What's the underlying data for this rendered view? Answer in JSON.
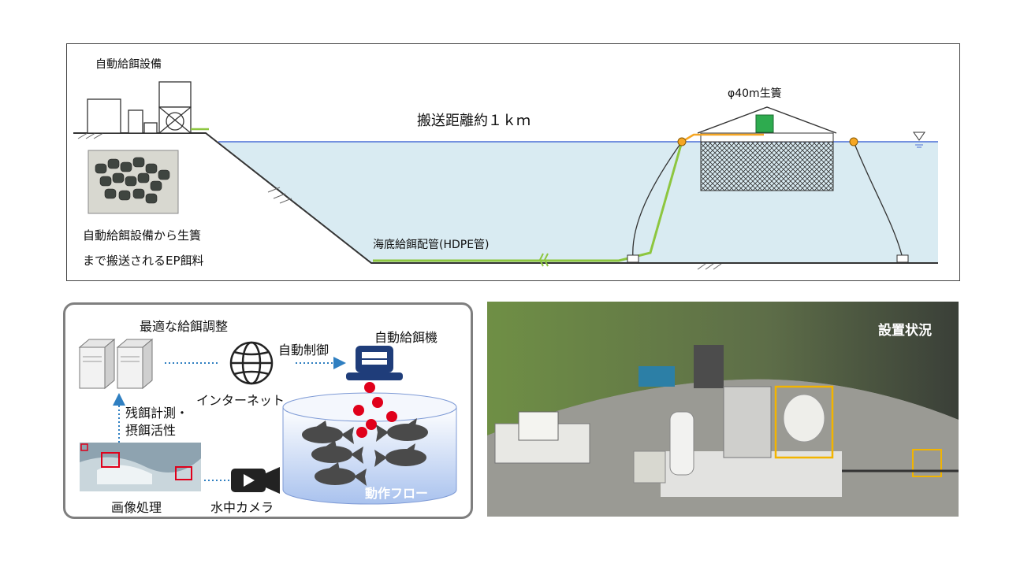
{
  "top_diagram": {
    "feeder_facility_label": "自動給餌設備",
    "distance_label": "搬送距離約１ｋｍ",
    "cage_label": "φ40m生簀",
    "pipe_label": "海底給餌配管(HDPE管)",
    "pellet_caption_line1": "自動給餌設備から生簀",
    "pellet_caption_line2": "まで搬送されるEP餌料",
    "colors": {
      "water": "#d9ebf2",
      "pipe": "#8dc63f",
      "float": "#f5a623",
      "surface_line": "#4a6fd6"
    }
  },
  "flow_diagram": {
    "optimal_feeding": "最適な給餌調整",
    "auto_control": "自動制御",
    "auto_feeder": "自動給餌機",
    "internet": "インターネット",
    "residual_line1": "残餌計測・",
    "residual_line2": "摂餌活性",
    "image_processing": "画像処理",
    "underwater_camera": "水中カメラ",
    "flow_title": "動作フロー",
    "icons": [
      "server-icon",
      "globe-icon",
      "feeder-machine-icon",
      "video-camera-icon",
      "fish-icon"
    ],
    "colors": {
      "arrow": "#2f7fc1",
      "feed": "#e0001b",
      "feeder": "#1f3d7a",
      "tank": "#b9cdf0"
    }
  },
  "photo": {
    "status_label": "設置状況"
  }
}
